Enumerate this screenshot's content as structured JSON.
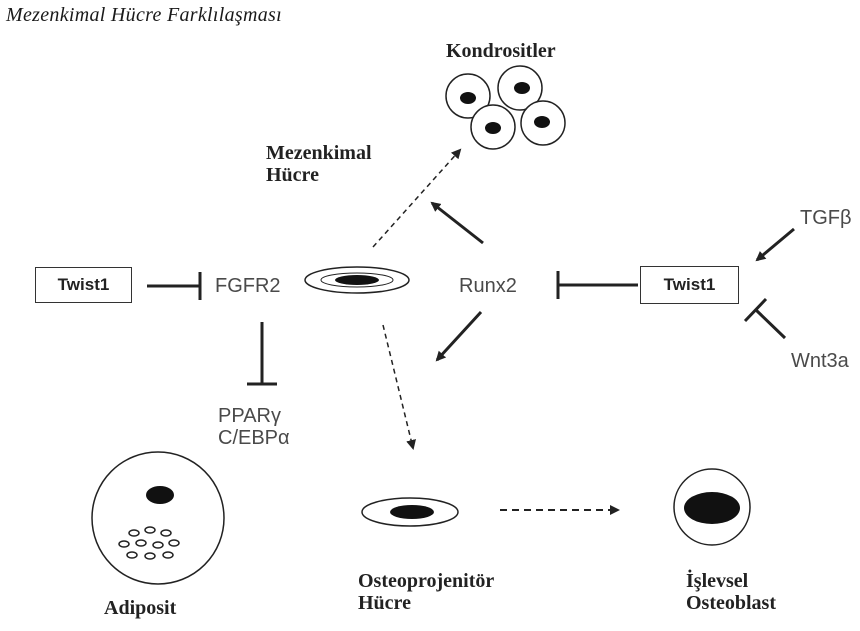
{
  "title": "Mezenkimal Hücre Farklılaşması",
  "cells": {
    "chondrocytes": "Kondrositler",
    "mesenchymal_line1": "Mezenkimal",
    "mesenchymal_line2": "Hücre",
    "adipocyte": "Adiposit",
    "osteoprogenitor_line1": "Osteoprojenitör",
    "osteoprogenitor_line2": "Hücre",
    "osteoblast_line1": "İşlevsel",
    "osteoblast_line2": "Osteoblast"
  },
  "factors": {
    "twist1_left": "Twist1",
    "fgfr2": "FGFR2",
    "runx2": "Runx2",
    "twist1_right": "Twist1",
    "tgfb": "TGFβ",
    "wnt3a": "Wnt3a",
    "ppar_line1": "PPARγ",
    "ppar_line2": "C/EBPα"
  },
  "relations": [
    {
      "from": "Twist1",
      "to": "FGFR2",
      "type": "inhibits"
    },
    {
      "from": "Twist1",
      "to": "Runx2",
      "type": "inhibits"
    },
    {
      "from": "FGFR2",
      "to": "PPARγ / C/EBPα",
      "type": "inhibits"
    },
    {
      "from": "TGFβ",
      "to": "Twist1",
      "type": "activates"
    },
    {
      "from": "Wnt3a",
      "to": "Twist1",
      "type": "inhibits"
    },
    {
      "from": "Runx2",
      "to": "Mezenkimal Hücre → Kondrositler",
      "type": "promotes"
    },
    {
      "from": "Runx2",
      "to": "Mezenkimal Hücre → Osteoprojenitör Hücre",
      "type": "promotes"
    },
    {
      "from": "Mezenkimal Hücre",
      "to": "Kondrositler",
      "type": "differentiates"
    },
    {
      "from": "Mezenkimal Hücre",
      "to": "Osteoprojenitör Hücre",
      "type": "differentiates"
    },
    {
      "from": "Osteoprojenitör Hücre",
      "to": "İşlevsel Osteoblast",
      "type": "differentiates"
    }
  ]
}
